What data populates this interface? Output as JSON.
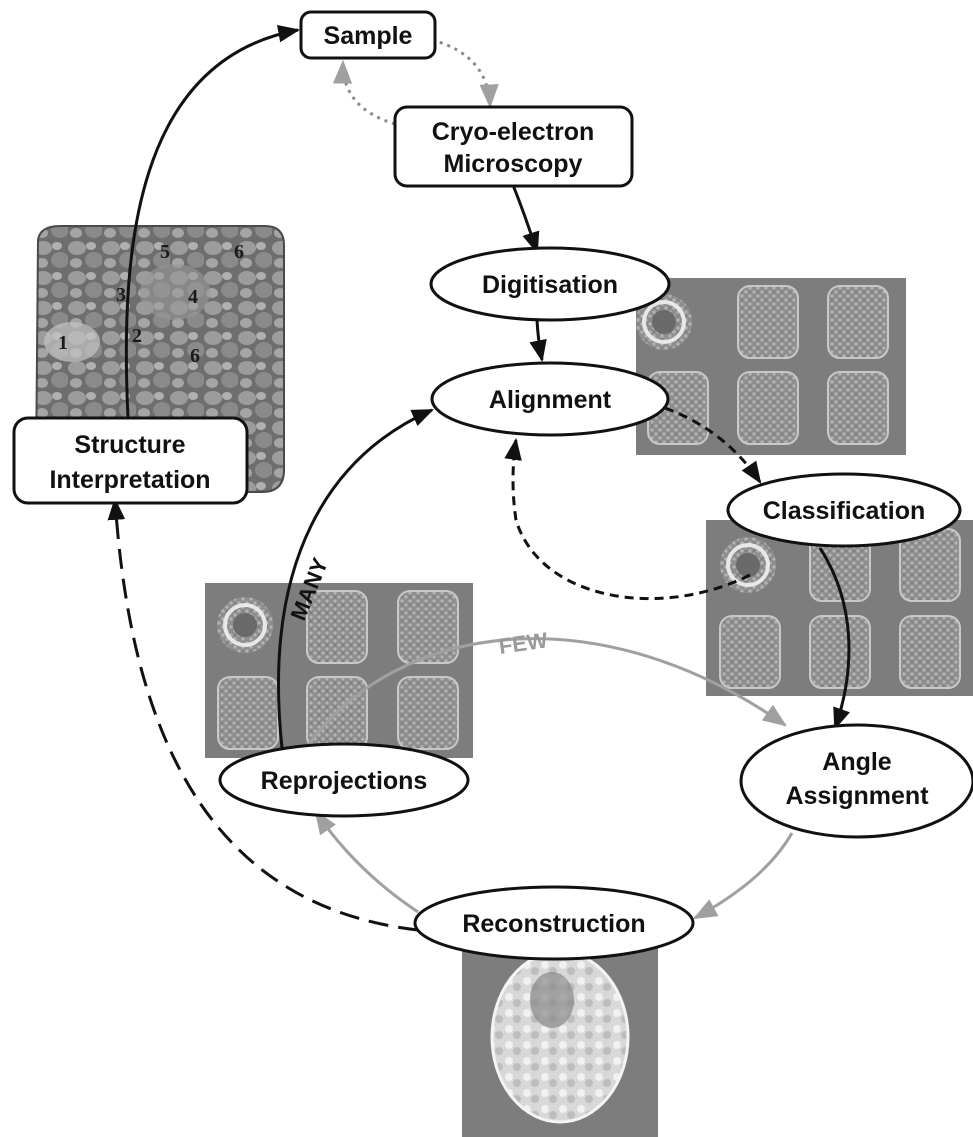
{
  "nodes": {
    "sample": "Sample",
    "cryo_line1": "Cryo-electron",
    "cryo_line2": "Microscopy",
    "digitisation": "Digitisation",
    "alignment": "Alignment",
    "classification": "Classification",
    "angle_line1": "Angle",
    "angle_line2": "Assignment",
    "reconstruction": "Reconstruction",
    "reprojections": "Reprojections",
    "structure_line1": "Structure",
    "structure_line2": "Interpretation"
  },
  "edge_labels": {
    "many": "MANY",
    "few": "FEW"
  },
  "subunit_numbers": [
    "1",
    "2",
    "3",
    "4",
    "5",
    "6",
    "6"
  ]
}
